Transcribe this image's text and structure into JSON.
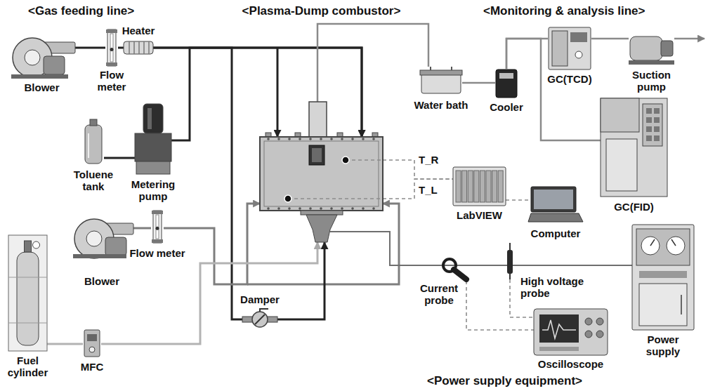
{
  "diagram": {
    "nodes": [
      {
        "text": [
          "Blower"
        ]
      },
      {
        "text": [
          "Flow meter"
        ]
      },
      {
        "text": [
          "Heater"
        ]
      },
      {
        "text": [
          "Toluene tank"
        ]
      },
      {
        "text": [
          "Metering pump"
        ]
      },
      {
        "text": [
          "Blower"
        ]
      },
      {
        "text": [
          "Flow meter"
        ]
      },
      {
        "text": [
          "Fuel cylinder"
        ]
      },
      {
        "text": [
          "MFC"
        ]
      },
      {
        "text": [
          "Damper"
        ]
      },
      {
        "text": [
          "<Plasma-Dump combustor>"
        ]
      },
      {
        "text": [
          "Water bath"
        ]
      },
      {
        "text": [
          "Cooler"
        ]
      },
      {
        "text": [
          "GC(TCD)"
        ]
      },
      {
        "text": [
          "Suction pump"
        ]
      },
      {
        "text": [
          "GC(FID)"
        ]
      },
      {
        "text": [
          "LabVIEW"
        ]
      },
      {
        "text": [
          "Computer"
        ]
      },
      {
        "text": [
          "Current probe"
        ]
      },
      {
        "text": [
          "High voltage probe"
        ]
      },
      {
        "text": [
          "Oscilloscope"
        ]
      },
      {
        "text": [
          "Power supply"
        ]
      }
    ],
    "edges": [
      {
        "from": 0,
        "to": 1,
        "arrow": "none"
      },
      {
        "from": 1,
        "to": 2,
        "arrow": "none"
      },
      {
        "from": 2,
        "to": 10,
        "arrow": "to"
      },
      {
        "from": 3,
        "to": 4,
        "arrow": "none"
      },
      {
        "from": 4,
        "to": 10,
        "arrow": "to"
      },
      {
        "from": 2,
        "to": 9,
        "arrow": "none"
      },
      {
        "from": 9,
        "to": 10,
        "arrow": "to"
      },
      {
        "from": 5,
        "to": 6,
        "arrow": "none"
      },
      {
        "from": 6,
        "to": 10,
        "arrow": "to"
      },
      {
        "from": 7,
        "to": 8,
        "arrow": "none"
      },
      {
        "from": 8,
        "to": 10,
        "arrow": "to"
      },
      {
        "from": 10,
        "to": 11,
        "arrow": "none"
      },
      {
        "from": 11,
        "to": 12,
        "arrow": "none"
      },
      {
        "from": 12,
        "to": 13,
        "arrow": "none"
      },
      {
        "from": 13,
        "to": 14,
        "arrow": "none"
      },
      {
        "from": 12,
        "to": 15,
        "arrow": "none"
      },
      {
        "from": 10,
        "to": 16,
        "arrow": "none"
      },
      {
        "from": 10,
        "to": 16,
        "arrow": "none"
      },
      {
        "from": 16,
        "to": 17,
        "arrow": "none"
      },
      {
        "from": 10,
        "to": 21,
        "arrow": "none"
      },
      {
        "from": 18,
        "to": 20,
        "arrow": "none"
      },
      {
        "from": 19,
        "to": 20,
        "arrow": "none"
      }
    ],
    "labels": [
      "<Gas feeding line>",
      "<Monitoring & analysis line>",
      "T_R",
      "T_L",
      "<Power supply equipment>"
    ]
  }
}
